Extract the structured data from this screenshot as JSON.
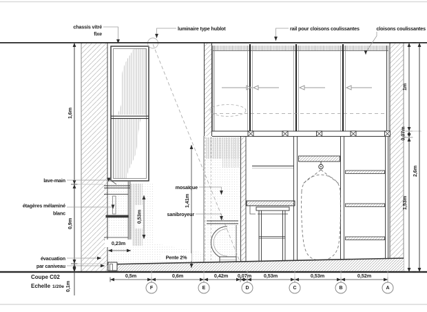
{
  "callouts": {
    "chassis1": "chassis vitré",
    "chassis2": "fixe",
    "luminaire": "luminaire type hublot",
    "rail": "rail pour cloisons coulissantes",
    "cloisons": "cloisons coulissantes",
    "lave_main": "lave-main",
    "etageres1": "étagères mélaminé",
    "etageres2": "blanc",
    "evac1": "évacuation",
    "evac2": "par caniveau",
    "mosaique": "mosaïque",
    "sanibroyeur": "sanibroyeur",
    "pente": "Pente 2%"
  },
  "dims": {
    "left": [
      "1,6m",
      "0,9m",
      "0,1m"
    ],
    "right": [
      "1m",
      "0,07m",
      "1,53m",
      "2,6m"
    ],
    "interior": {
      "shelf_h": "0,53m",
      "depth": "0,23m",
      "wall_h": "1,41m"
    },
    "bottom": [
      "0,5m",
      "0,6m",
      "0,42m",
      "0,07m",
      "0,53m",
      "0,53m",
      "0,52m"
    ]
  },
  "grid": [
    "F",
    "E",
    "D",
    "C",
    "B",
    "A"
  ],
  "title": {
    "name": "Coupe C02",
    "scale_label": "Echelle",
    "scale_value": "1/20e"
  },
  "colors": {
    "line": "#2e2e2e",
    "light_line": "#9a9a9a",
    "hatch": "#c2c2c2",
    "background": "#ffffff"
  }
}
